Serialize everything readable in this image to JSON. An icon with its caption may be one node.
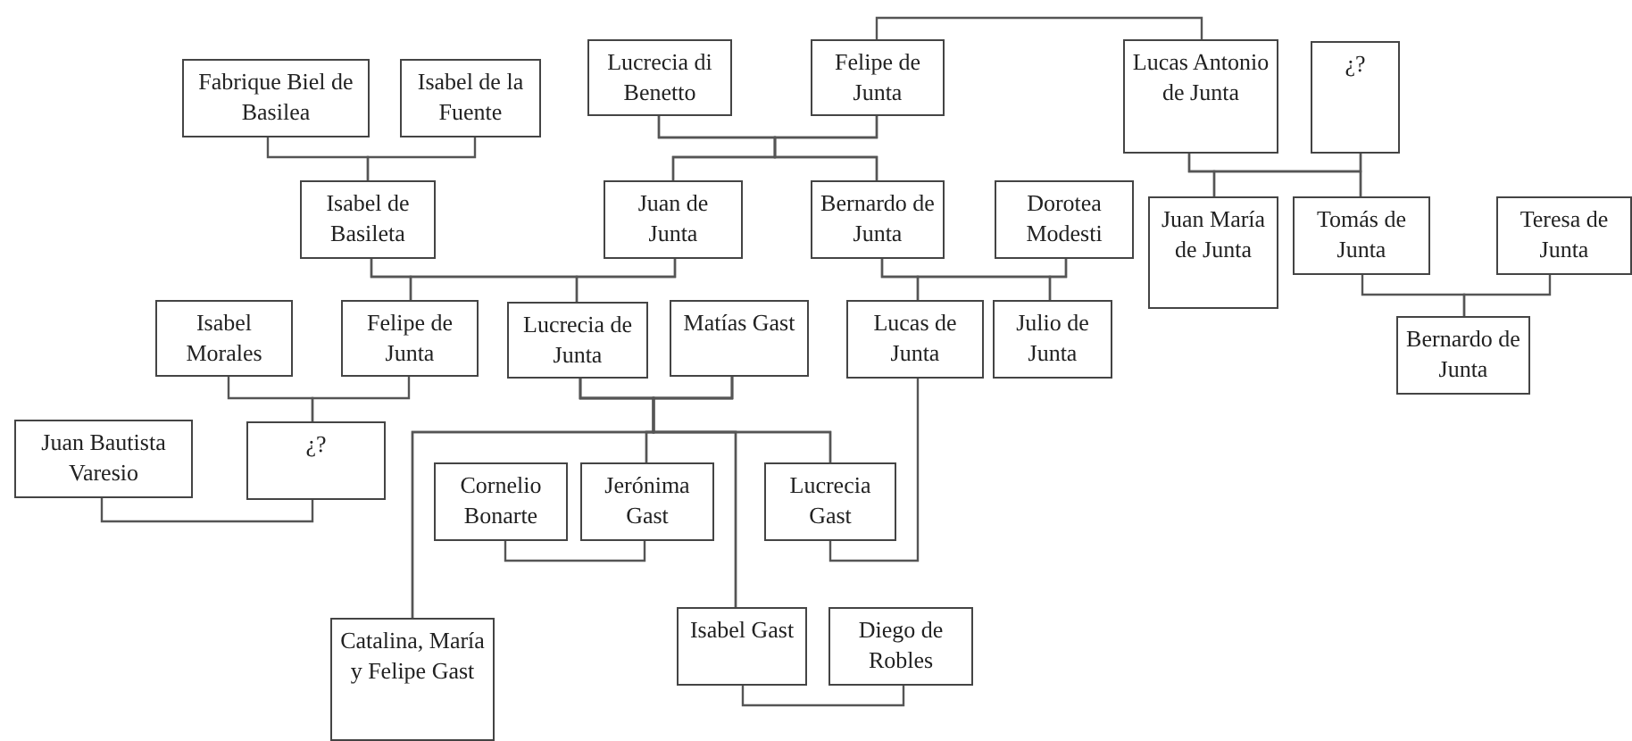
{
  "diagram": {
    "nodes": [
      {
        "text": [
          "Fabrique Biel de Basilea"
        ]
      },
      {
        "text": [
          "Isabel de la Fuente"
        ]
      },
      {
        "text": [
          "Lucrecia di Benetto"
        ]
      },
      {
        "text": [
          "Felipe de Junta"
        ]
      },
      {
        "text": [
          "Lucas Antonio de Junta"
        ]
      },
      {
        "text": [
          "¿?"
        ]
      },
      {
        "text": [
          "Isabel de Basileta"
        ]
      },
      {
        "text": [
          "Juan de Junta"
        ]
      },
      {
        "text": [
          "Bernardo de Junta"
        ]
      },
      {
        "text": [
          "Dorotea Modesti"
        ]
      },
      {
        "text": [
          "Juan María de Junta"
        ]
      },
      {
        "text": [
          "Tomás de Junta"
        ]
      },
      {
        "text": [
          "Teresa de Junta"
        ]
      },
      {
        "text": [
          "Isabel Morales"
        ]
      },
      {
        "text": [
          "Felipe de Junta"
        ]
      },
      {
        "text": [
          "Lucrecia de Junta"
        ]
      },
      {
        "text": [
          "Matías Gast"
        ]
      },
      {
        "text": [
          "Lucas de Junta"
        ]
      },
      {
        "text": [
          "Julio de Junta"
        ]
      },
      {
        "text": [
          "Bernardo de Junta"
        ]
      },
      {
        "text": [
          "Juan Bautista Varesio"
        ]
      },
      {
        "text": [
          "¿?"
        ]
      },
      {
        "text": [
          "Cornelio Bonarte"
        ]
      },
      {
        "text": [
          "Jerónima Gast"
        ]
      },
      {
        "text": [
          "Lucrecia Gast"
        ]
      },
      {
        "text": [
          "Catalina, María y Felipe Gast"
        ]
      },
      {
        "text": [
          "Isabel Gast"
        ]
      },
      {
        "text": [
          "Diego de Robles"
        ]
      }
    ],
    "edges": [
      {
        "from": 3,
        "to": 4,
        "arrow": "none"
      },
      {
        "from": 0,
        "to": 6,
        "arrow": "none"
      },
      {
        "from": 1,
        "to": 6,
        "arrow": "none"
      },
      {
        "from": 2,
        "to": 7,
        "arrow": "none"
      },
      {
        "from": 3,
        "to": 7,
        "arrow": "none"
      },
      {
        "from": 2,
        "to": 8,
        "arrow": "none"
      },
      {
        "from": 3,
        "to": 8,
        "arrow": "none"
      },
      {
        "from": 4,
        "to": 10,
        "arrow": "none"
      },
      {
        "from": 5,
        "to": 10,
        "arrow": "none"
      },
      {
        "from": 4,
        "to": 11,
        "arrow": "none"
      },
      {
        "from": 5,
        "to": 11,
        "arrow": "none"
      },
      {
        "from": 6,
        "to": 14,
        "arrow": "none"
      },
      {
        "from": 7,
        "to": 14,
        "arrow": "none"
      },
      {
        "from": 6,
        "to": 15,
        "arrow": "none"
      },
      {
        "from": 7,
        "to": 15,
        "arrow": "none"
      },
      {
        "from": 8,
        "to": 17,
        "arrow": "none"
      },
      {
        "from": 9,
        "to": 17,
        "arrow": "none"
      },
      {
        "from": 8,
        "to": 18,
        "arrow": "none"
      },
      {
        "from": 9,
        "to": 18,
        "arrow": "none"
      },
      {
        "from": 11,
        "to": 19,
        "arrow": "none"
      },
      {
        "from": 12,
        "to": 19,
        "arrow": "none"
      },
      {
        "from": 13,
        "to": 21,
        "arrow": "none"
      },
      {
        "from": 14,
        "to": 21,
        "arrow": "none"
      },
      {
        "from": 20,
        "to": 21,
        "arrow": "none"
      },
      {
        "from": 15,
        "to": 25,
        "arrow": "none"
      },
      {
        "from": 16,
        "to": 25,
        "arrow": "none"
      },
      {
        "from": 15,
        "to": 23,
        "arrow": "none"
      },
      {
        "from": 16,
        "to": 23,
        "arrow": "none"
      },
      {
        "from": 15,
        "to": 26,
        "arrow": "none"
      },
      {
        "from": 16,
        "to": 26,
        "arrow": "none"
      },
      {
        "from": 15,
        "to": 24,
        "arrow": "none"
      },
      {
        "from": 16,
        "to": 24,
        "arrow": "none"
      },
      {
        "from": 22,
        "to": 23,
        "arrow": "none"
      },
      {
        "from": 24,
        "to": 17,
        "arrow": "none"
      },
      {
        "from": 26,
        "to": 27,
        "arrow": "none"
      }
    ]
  }
}
